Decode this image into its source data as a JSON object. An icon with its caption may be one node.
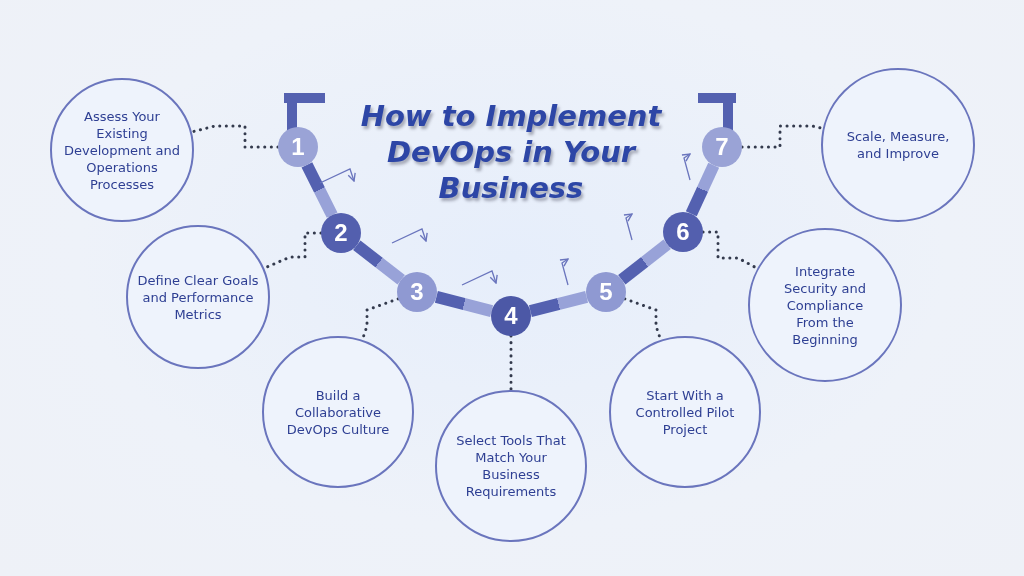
{
  "diagram": {
    "title": "How to Implement DevOps in Your Business",
    "nodes": [
      {
        "text": [
          "Assess Your Existing Development and Operations Processes"
        ]
      },
      {
        "text": [
          "Define Clear Goals and Performance Metrics"
        ]
      },
      {
        "text": [
          "Build a Collaborative DevOps Culture"
        ]
      },
      {
        "text": [
          "Select Tools That Match Your Business Requirements"
        ]
      },
      {
        "text": [
          "Start With a Controlled Pilot Project"
        ]
      },
      {
        "text": [
          "Integrate Security and Compliance From the Beginning"
        ]
      },
      {
        "text": [
          "Scale, Measure, and Improve"
        ]
      },
      {
        "text": [
          "1"
        ]
      },
      {
        "text": [
          "2"
        ]
      },
      {
        "text": [
          "3"
        ]
      },
      {
        "text": [
          "4"
        ]
      },
      {
        "text": [
          "5"
        ]
      },
      {
        "text": [
          "6"
        ]
      },
      {
        "text": [
          "7"
        ]
      }
    ],
    "edges": [
      {
        "from": 7,
        "to": 0,
        "arrow": "none",
        "style": "dashed"
      },
      {
        "from": 8,
        "to": 1,
        "arrow": "none",
        "style": "dashed"
      },
      {
        "from": 9,
        "to": 2,
        "arrow": "none",
        "style": "dashed"
      },
      {
        "from": 10,
        "to": 3,
        "arrow": "none",
        "style": "dashed"
      },
      {
        "from": 11,
        "to": 4,
        "arrow": "none",
        "style": "dashed"
      },
      {
        "from": 12,
        "to": 5,
        "arrow": "none",
        "style": "dashed"
      },
      {
        "from": 13,
        "to": 6,
        "arrow": "none",
        "style": "dashed"
      },
      {
        "from": 7,
        "to": 8,
        "arrow": "none",
        "style": "thick"
      },
      {
        "from": 8,
        "to": 9,
        "arrow": "none",
        "style": "thick"
      },
      {
        "from": 9,
        "to": 10,
        "arrow": "none",
        "style": "thick"
      },
      {
        "from": 10,
        "to": 11,
        "arrow": "none",
        "style": "thick"
      },
      {
        "from": 11,
        "to": 12,
        "arrow": "none",
        "style": "thick"
      },
      {
        "from": 12,
        "to": 13,
        "arrow": "none",
        "style": "thick"
      }
    ]
  }
}
